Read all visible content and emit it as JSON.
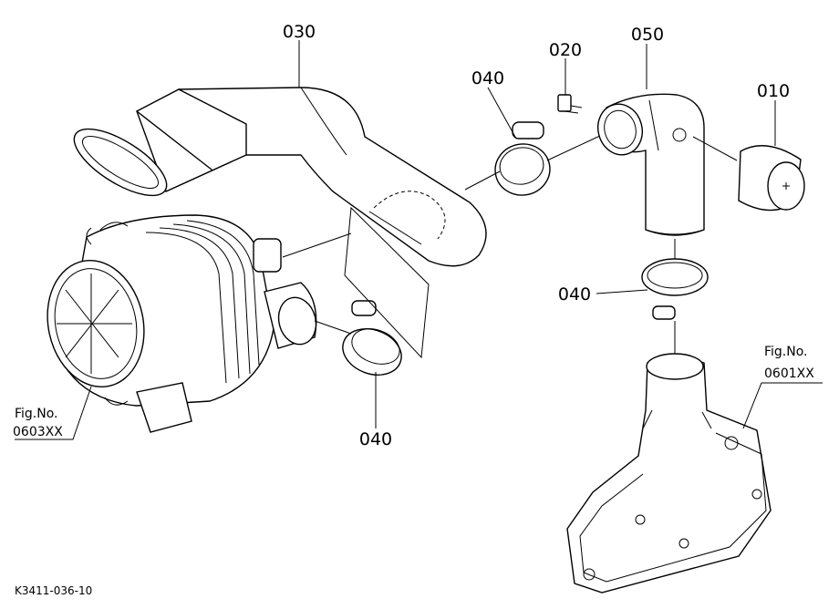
{
  "callouts": {
    "c030": "030",
    "c040a": "040",
    "c020": "020",
    "c050": "050",
    "c010": "010",
    "c040b": "040",
    "c040c": "040"
  },
  "figref_left": {
    "line1": "Fig.No.",
    "line2": "0603XX"
  },
  "figref_right": {
    "line1": "Fig.No.",
    "line2": "0601XX"
  },
  "drawing_code": "K3411-036-10"
}
